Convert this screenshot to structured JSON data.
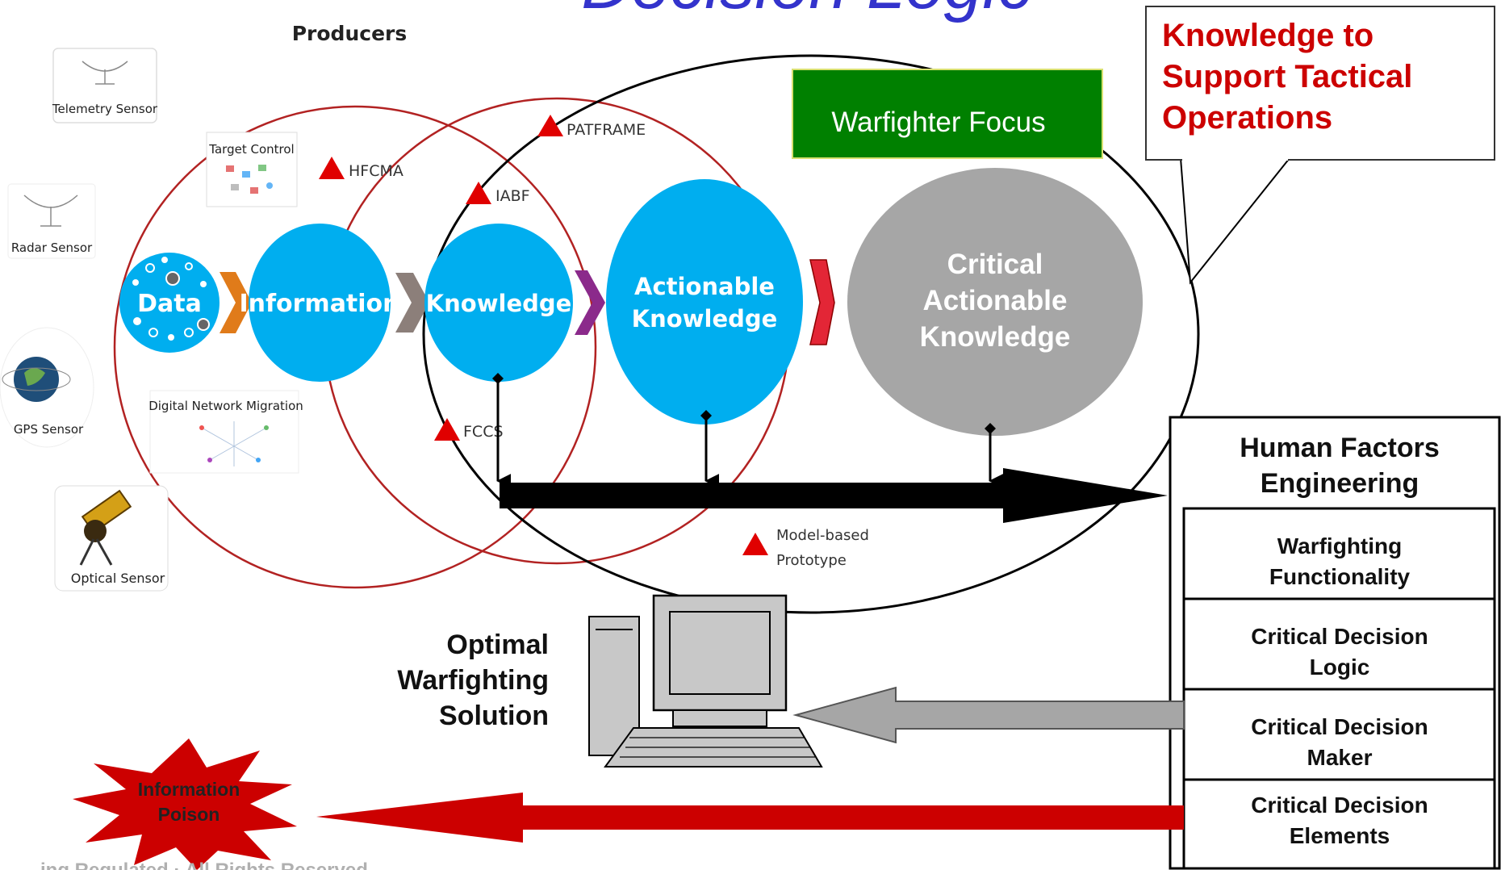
{
  "title": "Decision Logic",
  "producers_label": "Producers",
  "callout": {
    "lines": [
      "Knowledge to",
      "Support Tactical",
      "Operations"
    ]
  },
  "warfighter_focus": "Warfighter Focus",
  "sensors": {
    "telemetry": "Telemetry Sensor",
    "radar": "Radar  Sensor",
    "gps": "GPS Sensor",
    "optical": "Optical Sensor"
  },
  "thumbnails": {
    "target_control": "Target Control",
    "digital_network_migration": "Digital Network Migration"
  },
  "nodes": {
    "data": "Data",
    "information": "Information",
    "knowledge": "Knowledge",
    "actionable": [
      "Actionable",
      "Knowledge"
    ],
    "critical": [
      "Critical",
      "Actionable",
      "Knowledge"
    ]
  },
  "markers": {
    "hfcma": "HFCMA",
    "patframe": "PATFRAME",
    "iabf": "IABF",
    "fccs": "FCCS",
    "model_based": [
      "Model-based",
      "Prototype"
    ]
  },
  "hfe": {
    "title": [
      "Human Factors",
      "Engineering"
    ],
    "rows": [
      [
        "Warfighting",
        "Functionality"
      ],
      [
        "Critical Decision",
        "Logic"
      ],
      [
        "Critical Decision",
        "Maker"
      ],
      [
        "Critical Decision",
        "Elements"
      ]
    ]
  },
  "solution": [
    "Optimal",
    "Warfighting",
    "Solution"
  ],
  "poison": [
    "Information",
    "Poison"
  ],
  "footer": "...ing Regulated · All Rights Reserved",
  "colors": {
    "title": "#3333cc",
    "callout_text": "#cc0000",
    "cyan": "#00aeef",
    "gray_circle": "#a6a6a6",
    "green": "#008000",
    "red_arrow": "#cc0000",
    "marker": "#e00000",
    "circle_outline": "#b22222",
    "chevron_orange": "#e07b1a",
    "chevron_gray": "#8c7f7a",
    "chevron_purple": "#8b2a8b",
    "chevron_red": "#e32636",
    "computer": "#c8c8c8"
  }
}
